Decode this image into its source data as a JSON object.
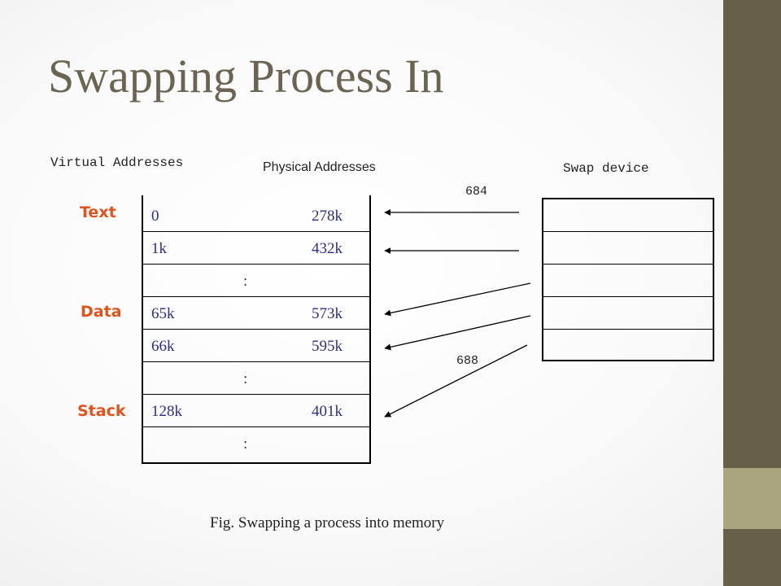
{
  "title": "Swapping Process In",
  "labels": {
    "virtual": "Virtual Addresses",
    "physical": "Physical Addresses",
    "swap": "Swap device"
  },
  "segments": [
    "Text",
    "Data",
    "Stack"
  ],
  "table": [
    {
      "virtual": "0",
      "physical": "278k"
    },
    {
      "virtual": "1k",
      "physical": "432k"
    },
    {
      "dots": ":"
    },
    {
      "virtual": "65k",
      "physical": "573k"
    },
    {
      "virtual": "66k",
      "physical": "595k"
    },
    {
      "dots": ":"
    },
    {
      "virtual": "128k",
      "physical": "401k"
    },
    {
      "dots": ":"
    }
  ],
  "swap_markers": {
    "top": "684",
    "bottom": "688"
  },
  "caption": "Fig. Swapping a process into memory",
  "colors": {
    "accent_segment": "#e0531d",
    "table_text": "#2d2d8c",
    "sidebar_dark": "#675f48",
    "sidebar_light": "#aba57f"
  }
}
